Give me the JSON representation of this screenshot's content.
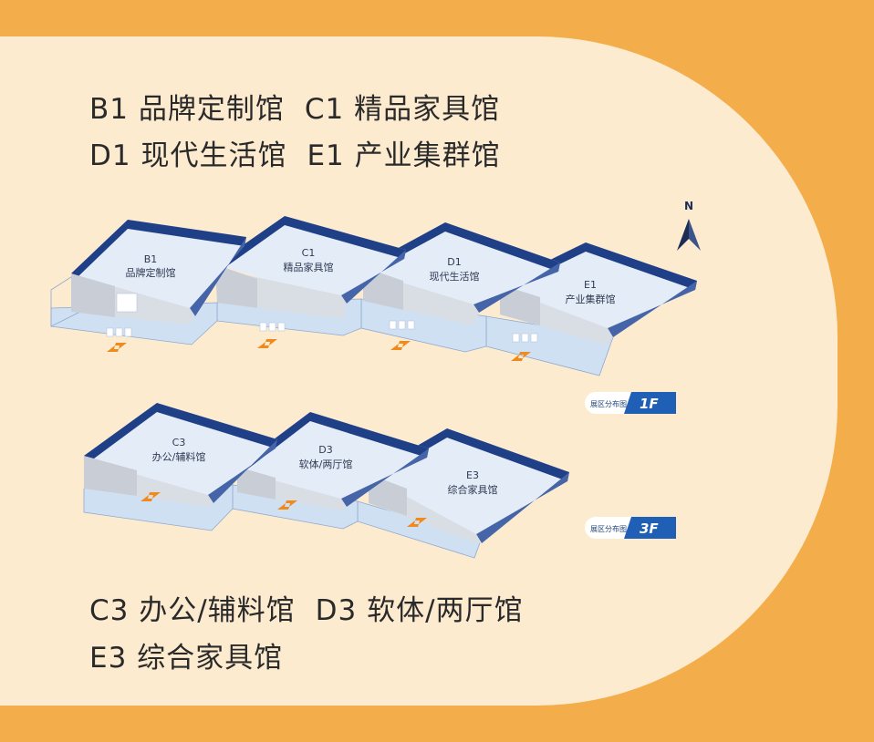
{
  "legend_top": [
    [
      "B1 品牌定制馆",
      "C1 精品家具馆"
    ],
    [
      "D1 现代生活馆",
      "E1 产业集群馆"
    ]
  ],
  "legend_bottom": [
    [
      "C3 办公/辅料馆",
      "D3 软体/两厅馆"
    ],
    [
      "E3 综合家具馆"
    ]
  ],
  "compass": {
    "label": "N",
    "icon": "north-arrow-icon"
  },
  "floors": [
    {
      "caption": "展区分布图",
      "tag": "1F",
      "halls": [
        {
          "code": "B1",
          "name": "品牌定制馆"
        },
        {
          "code": "C1",
          "name": "精品家具馆"
        },
        {
          "code": "D1",
          "name": "现代生活馆"
        },
        {
          "code": "E1",
          "name": "产业集群馆"
        }
      ]
    },
    {
      "caption": "展区分布图",
      "tag": "3F",
      "halls": [
        {
          "code": "C3",
          "name": "办公/辅料馆"
        },
        {
          "code": "D3",
          "name": "软体/两厅馆"
        },
        {
          "code": "E3",
          "name": "综合家具馆"
        }
      ]
    }
  ],
  "colors": {
    "background": "#F3AE4B",
    "card": "#FDEBD0",
    "wall_dark": "#1F3F86",
    "wall_light": "#4565A8",
    "floor": "#E4ECF8",
    "base": "#CFE0F3",
    "arrow": "#F08A1C"
  }
}
